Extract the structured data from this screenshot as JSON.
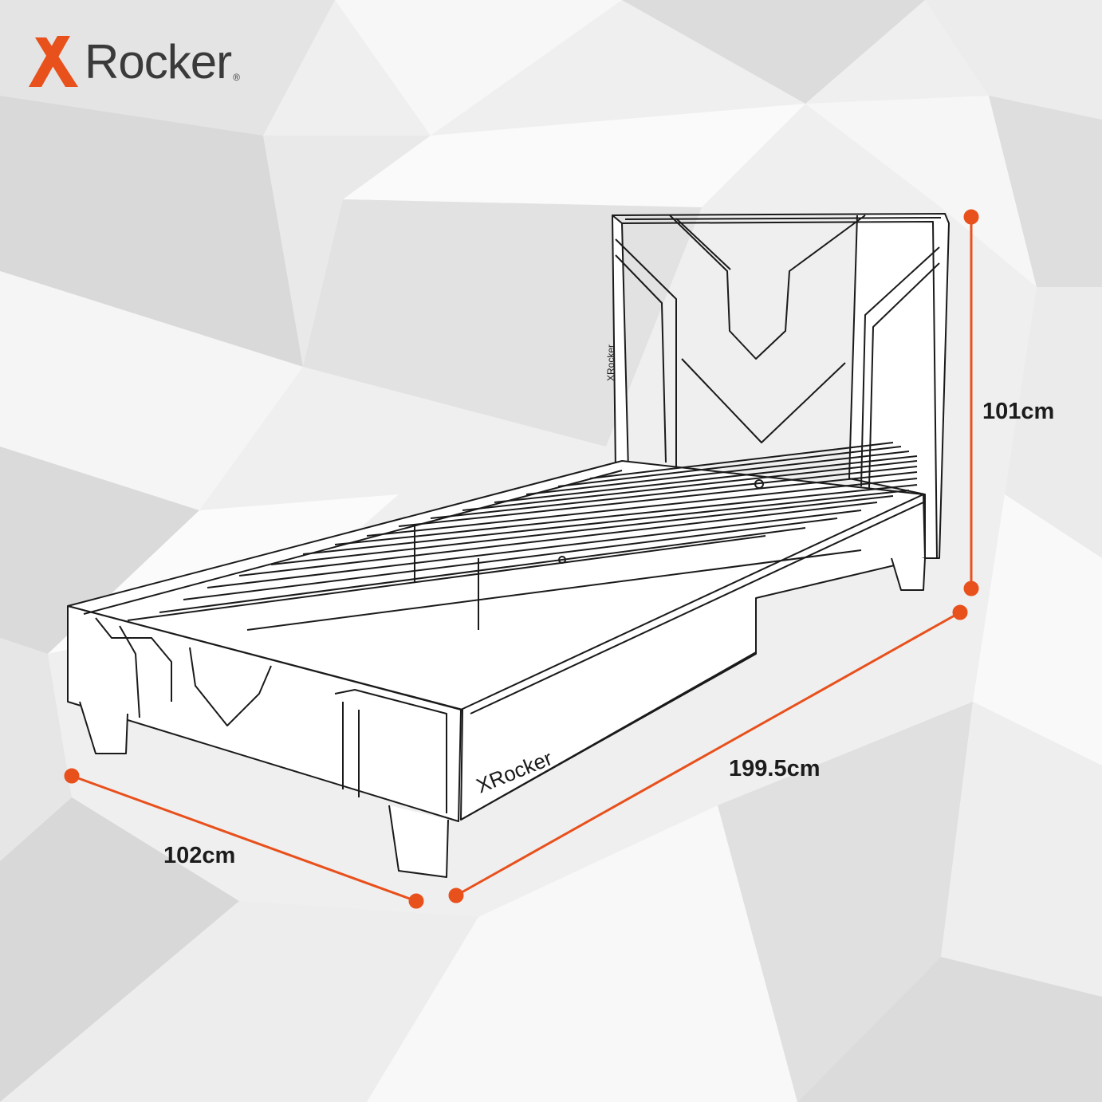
{
  "brand": {
    "name": "Rocker",
    "mark": "X",
    "registered": "®",
    "accent_color": "#e8501c",
    "logo_icon": "x-logo-icon"
  },
  "product": {
    "headboard_logo": "XRocker",
    "footboard_logo": "XRocker"
  },
  "dimensions": {
    "height": "101cm",
    "length": "199.5cm",
    "width": "102cm",
    "line_color": "#e8501c"
  }
}
